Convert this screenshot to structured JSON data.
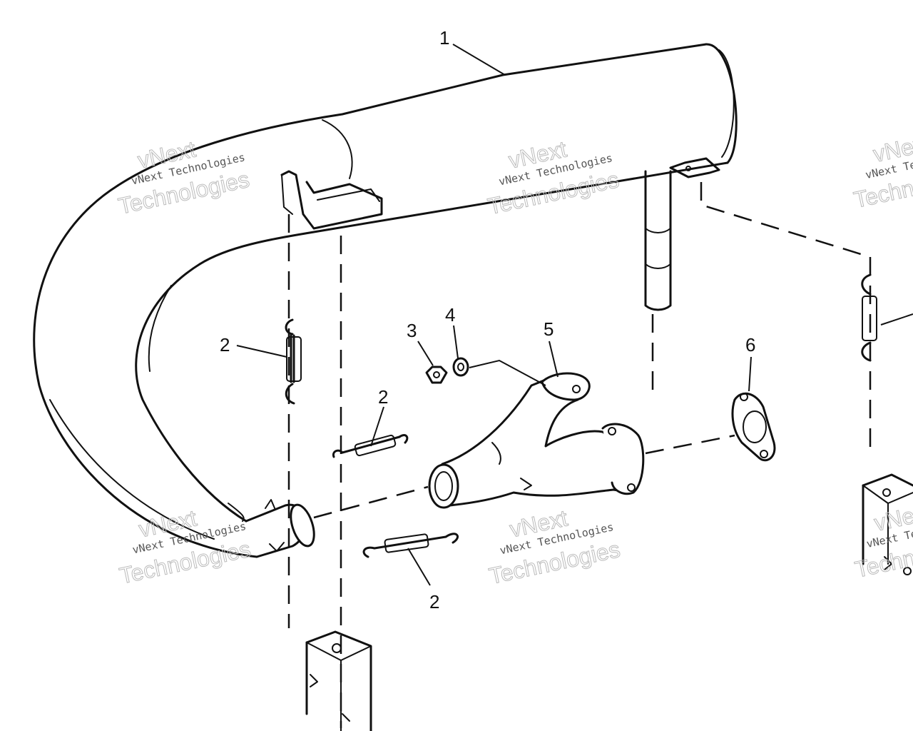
{
  "callouts": [
    {
      "id": "c1",
      "label": "1"
    },
    {
      "id": "c2a",
      "label": "2"
    },
    {
      "id": "c2b",
      "label": "2"
    },
    {
      "id": "c2c",
      "label": "2"
    },
    {
      "id": "c3",
      "label": "3"
    },
    {
      "id": "c4",
      "label": "4"
    },
    {
      "id": "c5",
      "label": "5"
    },
    {
      "id": "c6",
      "label": "6"
    }
  ],
  "watermark": {
    "line1": "vNext Technologies",
    "line2": "vNext",
    "line3": "Technologies"
  }
}
